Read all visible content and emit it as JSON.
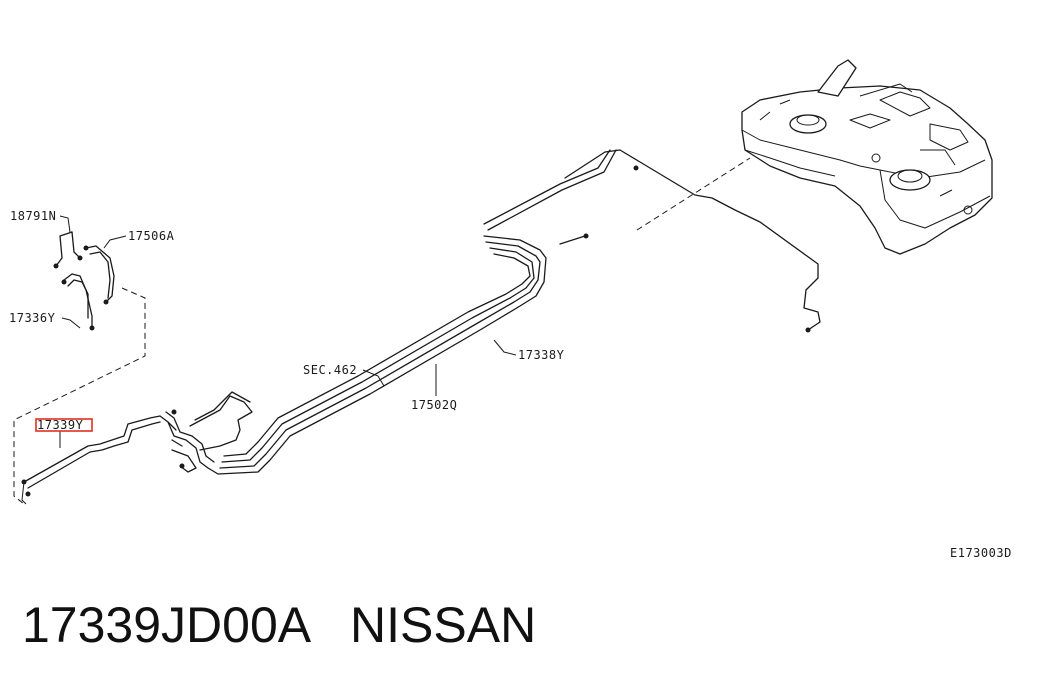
{
  "labels": {
    "l18791n": "18791N",
    "l17506a": "17506A",
    "l17336y": "17336Y",
    "l17339y": "17339Y",
    "lsec462": "SEC.462",
    "l17338y": "17338Y",
    "l17502q": "17502Q",
    "code": "E173003D"
  },
  "caption": {
    "part_number": "17339JD00A",
    "brand": "NISSAN"
  },
  "highlight_color": "#e0301e"
}
